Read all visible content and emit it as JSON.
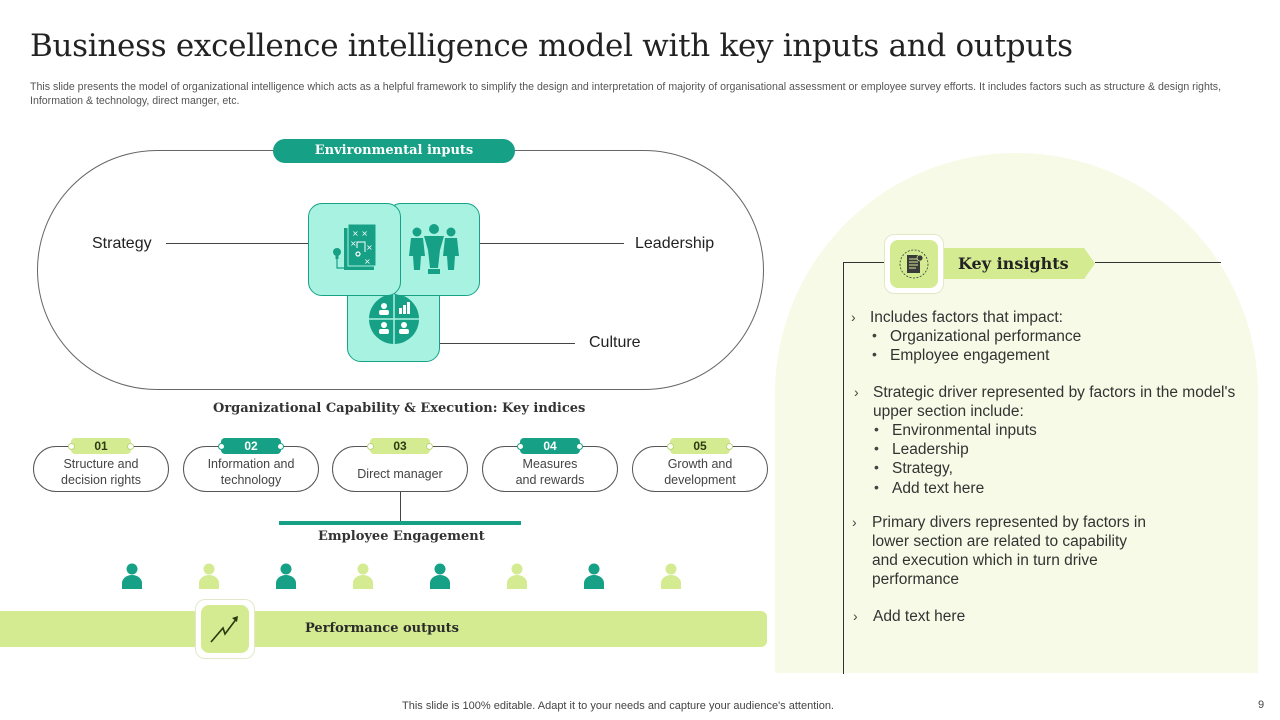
{
  "slide": {
    "title": "Business excellence intelligence model with key inputs and outputs",
    "subtitle": "This slide presents the model of organizational intelligence which acts as a helpful framework to simplify the design and interpretation of  majority of organisational assessment or employee survey efforts. It includes factors such as structure & design rights, Information & technology, direct manger, etc.",
    "footer": "This slide is 100% editable. Adapt it to your needs and capture your audience's attention.",
    "page_number": "9"
  },
  "environmental": {
    "tag": "Environmental inputs",
    "strategy": "Strategy",
    "leadership": "Leadership",
    "culture": "Culture",
    "icons": [
      "strategy-board-icon",
      "leadership-team-icon",
      "culture-pie-icon"
    ]
  },
  "capability": {
    "heading": "Organizational Capability & Execution: Key indices",
    "items": [
      {
        "num": "01",
        "line1": "Structure and",
        "line2": "decision rights",
        "style": "light"
      },
      {
        "num": "02",
        "line1": "Information  and",
        "line2": "technology",
        "style": "dark"
      },
      {
        "num": "03",
        "line1": "Direct manager",
        "line2": "",
        "style": "light"
      },
      {
        "num": "04",
        "line1": "Measures",
        "line2": "and rewards",
        "style": "dark"
      },
      {
        "num": "05",
        "line1": "Growth and",
        "line2": "development",
        "style": "light"
      }
    ]
  },
  "engagement": {
    "heading": "Employee Engagement",
    "people_colors": [
      "#16a085",
      "#d4eb91",
      "#16a085",
      "#d4eb91",
      "#16a085",
      "#d4eb91",
      "#16a085",
      "#d4eb91"
    ]
  },
  "performance": {
    "label": "Performance outputs",
    "icon": "growth-arrow-icon"
  },
  "insights": {
    "tag": "Key insights",
    "icon": "notes-document-icon",
    "blocks": [
      {
        "head": "Includes factors that impact:",
        "bullets": [
          "Organizational performance",
          "Employee engagement"
        ]
      },
      {
        "head_lines": [
          "Strategic driver represented by factors in the model's",
          " upper section include:"
        ],
        "bullets": [
          "Environmental  inputs",
          "Leadership",
          "Strategy,",
          "Add text here"
        ]
      },
      {
        "head_lines": [
          "Primary divers represented by factors in",
          "lower section are related to capability",
          "and execution  which in turn  drive",
          "performance"
        ]
      },
      {
        "head": "Add text here"
      }
    ]
  },
  "colors": {
    "teal": "#16a085",
    "mint": "#a8f2e2",
    "lime": "#d4eb91",
    "cream": "#f6fae6"
  }
}
